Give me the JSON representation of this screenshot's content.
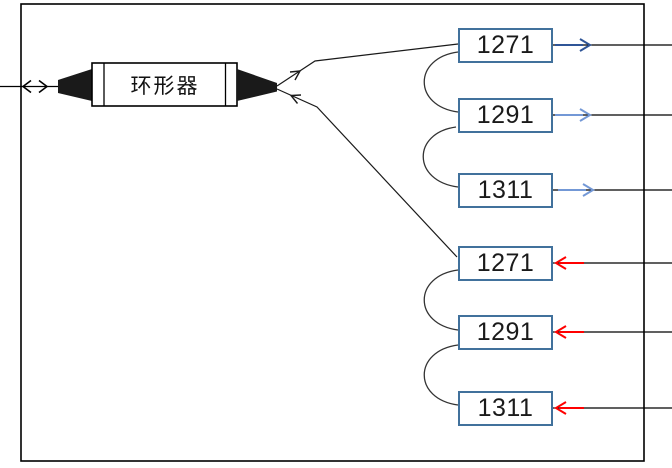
{
  "diagram_title": "circulator-wdm-filter-diagram",
  "circulator": {
    "label": "环形器"
  },
  "input_port": {
    "symbol": "bidirectional-arrow"
  },
  "filters": {
    "downstream": [
      {
        "label": "1271",
        "arrow": "out-right"
      },
      {
        "label": "1291",
        "arrow": "out-right"
      },
      {
        "label": "1311",
        "arrow": "out-right"
      }
    ],
    "upstream": [
      {
        "label": "1271",
        "arrow": "in-left"
      },
      {
        "label": "1291",
        "arrow": "in-left"
      },
      {
        "label": "1311",
        "arrow": "in-left"
      }
    ]
  },
  "colors": {
    "frame": "#000000",
    "line": "#1a1a1a",
    "curve": "#333333",
    "box_border": "#41719C",
    "arrow_out_primary": "#2F5597",
    "arrow_out_secondary": "#7398D6",
    "arrow_in": "#FF0000",
    "component_fill": "#1a1a1a"
  }
}
